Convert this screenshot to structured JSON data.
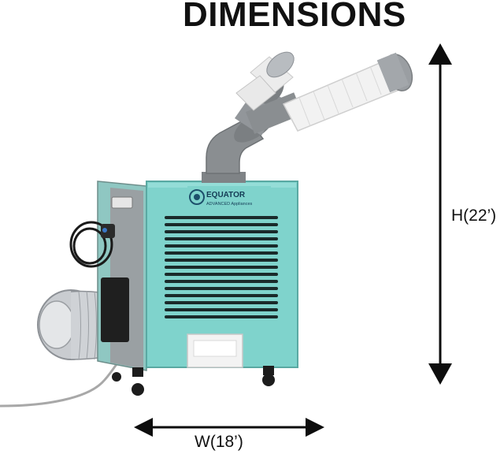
{
  "title": "DIMENSIONS",
  "height_label": "H(22’)",
  "width_label": "W(18’)",
  "product": {
    "brand": "EQUATOR",
    "tagline": "ADVANCED Appliances"
  },
  "colors": {
    "body_teal": "#7fd3cc",
    "panel_gray": "#9aa0a3",
    "duct_gray": "#8a8e91",
    "hose_white": "#f2f2f2",
    "arrow": "#0d0d0d"
  }
}
